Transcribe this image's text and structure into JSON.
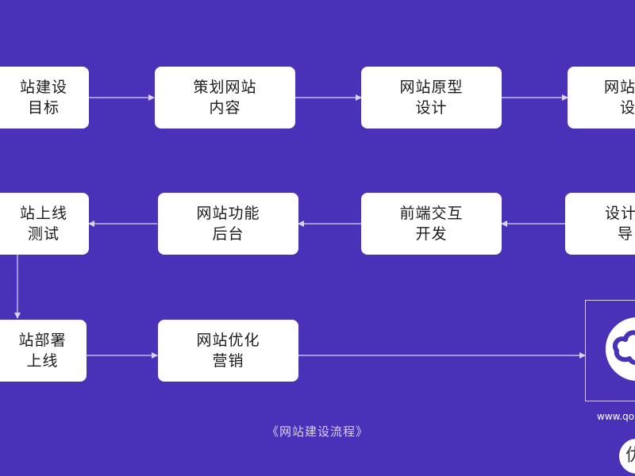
{
  "caption": "《网站建设流程》",
  "url_fragment": "www.qo",
  "corner_glyph": "优",
  "nodes": {
    "goal": [
      "站建设",
      "目标"
    ],
    "plan_content": [
      "策划网站",
      "内容"
    ],
    "prototype": [
      "网站原型",
      "设计"
    ],
    "web_design": [
      "网站",
      "设"
    ],
    "design_guide": [
      "设计",
      "导"
    ],
    "frontend": [
      "前端交互",
      "开发"
    ],
    "backend": [
      "网站功能",
      "后台"
    ],
    "launch_test": [
      "站上线",
      "测试"
    ],
    "deploy": [
      "站部署",
      "上线"
    ],
    "optimize": [
      "网站优化",
      "营销"
    ]
  },
  "colors": {
    "background": "#4a32b8",
    "box": "#ffffff",
    "arrow": "#d9d4f2"
  }
}
